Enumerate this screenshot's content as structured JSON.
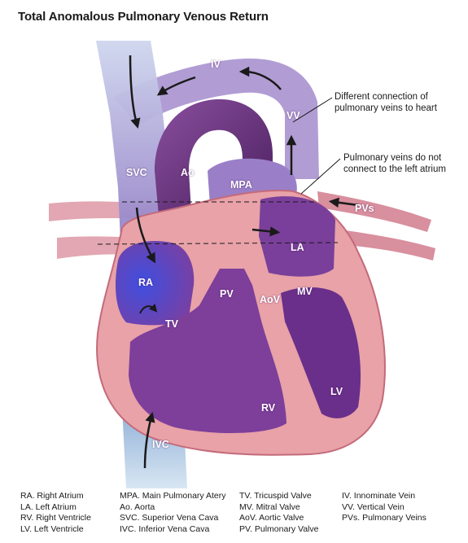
{
  "title": "Total Anomalous Pulmonary Venous Return",
  "labels": {
    "iv": "IV",
    "vv": "VV",
    "svc": "SVC",
    "ao": "Ao",
    "mpa": "MPA",
    "pvs": "PVs",
    "la": "LA",
    "ra": "RA",
    "pv": "PV",
    "aov": "AoV",
    "mv": "MV",
    "tv": "TV",
    "rv": "RV",
    "lv": "LV",
    "ivc": "IVC"
  },
  "annotations": {
    "different_connection": [
      "Different connection of",
      "pulmonary veins to heart"
    ],
    "no_connect": [
      "Pulmonary veins do not",
      "connect to the left atrium"
    ]
  },
  "legend": {
    "col1": [
      "RA. Right Atrium",
      "LA. Left Atrium",
      "RV. Right Ventricle",
      "LV. Left Ventricle"
    ],
    "col2": [
      "MPA. Main Pulmonary Atery",
      "Ao. Aorta",
      "SVC. Superior Vena Cava",
      "IVC. Inferior Vena Cava"
    ],
    "col3": [
      "TV. Tricuspid Valve",
      "MV. Mitral Valve",
      "AoV.  Aortic Valve",
      "PV. Pulmonary Valve"
    ],
    "col4": [
      "IV. Innominate Vein",
      "VV. Vertical Vein",
      "PVs. Pulmonary Veins"
    ]
  },
  "colors": {
    "muscle": "#e8a2a8",
    "chamber": "#7d3f9a",
    "vessel": "#9a7cc2",
    "vein_blue": "#5b5fd0",
    "pink_vessel": "#d98ea0"
  }
}
